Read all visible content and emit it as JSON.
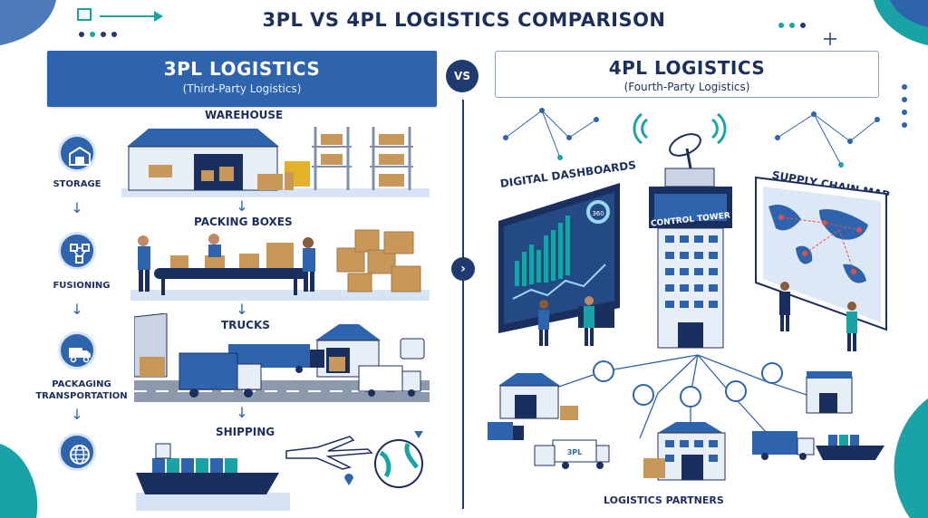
{
  "title": "3PL VS 4PL LOGISTICS COMPARISON",
  "vs_label": "VS",
  "left": {
    "heading": "3PL LOGISTICS",
    "subheading": "(Third-Party Logistics)",
    "side_steps": [
      {
        "label": "STORAGE",
        "icon": "warehouse-icon"
      },
      {
        "label": "FUSIONING",
        "icon": "network-icon"
      },
      {
        "label": "PACKAGING\nTRANSPORTATION",
        "icon": "truck-icon"
      },
      {
        "label": "",
        "icon": "globe-icon"
      }
    ],
    "stages": [
      {
        "label": "WAREHOUSE"
      },
      {
        "label": "PACKING BOXES"
      },
      {
        "label": "TRUCKS"
      },
      {
        "label": "SHIPPING"
      }
    ]
  },
  "right": {
    "heading": "4PL LOGISTICS",
    "subheading": "(Fourth-Party Logistics)",
    "dashboards_label": "DIGITAL DASHBOARDS",
    "tower_label": "CONTROL TOWER",
    "map_label": "SUPPLY CHAIN MAP",
    "partners_label": "LOGISTICS PARTNERS",
    "truck_text": "3PL",
    "dashboard_badge": "360"
  },
  "colors": {
    "navy": "#1b2f5e",
    "blue": "#2e64ad",
    "teal": "#19a3a6",
    "light_blue": "#d6e4f5"
  }
}
